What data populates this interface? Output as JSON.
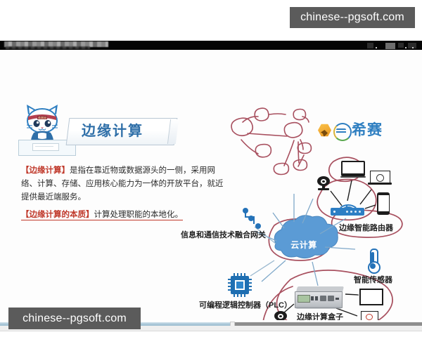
{
  "watermarks": {
    "top": "chinese--pgsoft.com",
    "bottom": "chinese--pgsoft.com"
  },
  "slide": {
    "title": "边缘计算",
    "brand_logo_text": "希赛",
    "body": {
      "paragraph1_keyword": "【边缘计算】",
      "paragraph1_text": "是指在靠近物或数据源头的一侧，采用网络、计算、存储、应用核心能力为一体的开放平台，就近提供最近端服务。",
      "paragraph2_keyword": "【边缘计算的本质】",
      "paragraph2_text": "计算处理职能的本地化。"
    },
    "diagram": {
      "cloud_label": "云计算",
      "labels": [
        {
          "id": "gateway",
          "text": "信息和通信技术融合网关"
        },
        {
          "id": "router",
          "text": "边缘智能路由器"
        },
        {
          "id": "sensor",
          "text": "智能传感器"
        },
        {
          "id": "plc",
          "text": "可编程逻辑控制器（PLC）"
        },
        {
          "id": "edge-box",
          "text": "边缘计算盒子"
        }
      ],
      "icons": [
        "network-graph-icon",
        "gateway-icon",
        "cloud-icon",
        "router-icon",
        "tablet-icon",
        "laptop-icon",
        "phone-icon",
        "webcam-icon",
        "thermometer-icon",
        "chip-icon",
        "edge-server-icon",
        "monitor-icon"
      ]
    }
  },
  "player": {
    "progress_percent": 55
  },
  "colors": {
    "title_blue": "#2f6fa8",
    "keyword_red": "#c0392b",
    "cloud_blue": "#5b9bd5",
    "device_blue": "#2472b8",
    "annotation_red": "#a8505f",
    "watermark_bg": "#5b5b5b",
    "logo_orange": "#e8941f"
  }
}
